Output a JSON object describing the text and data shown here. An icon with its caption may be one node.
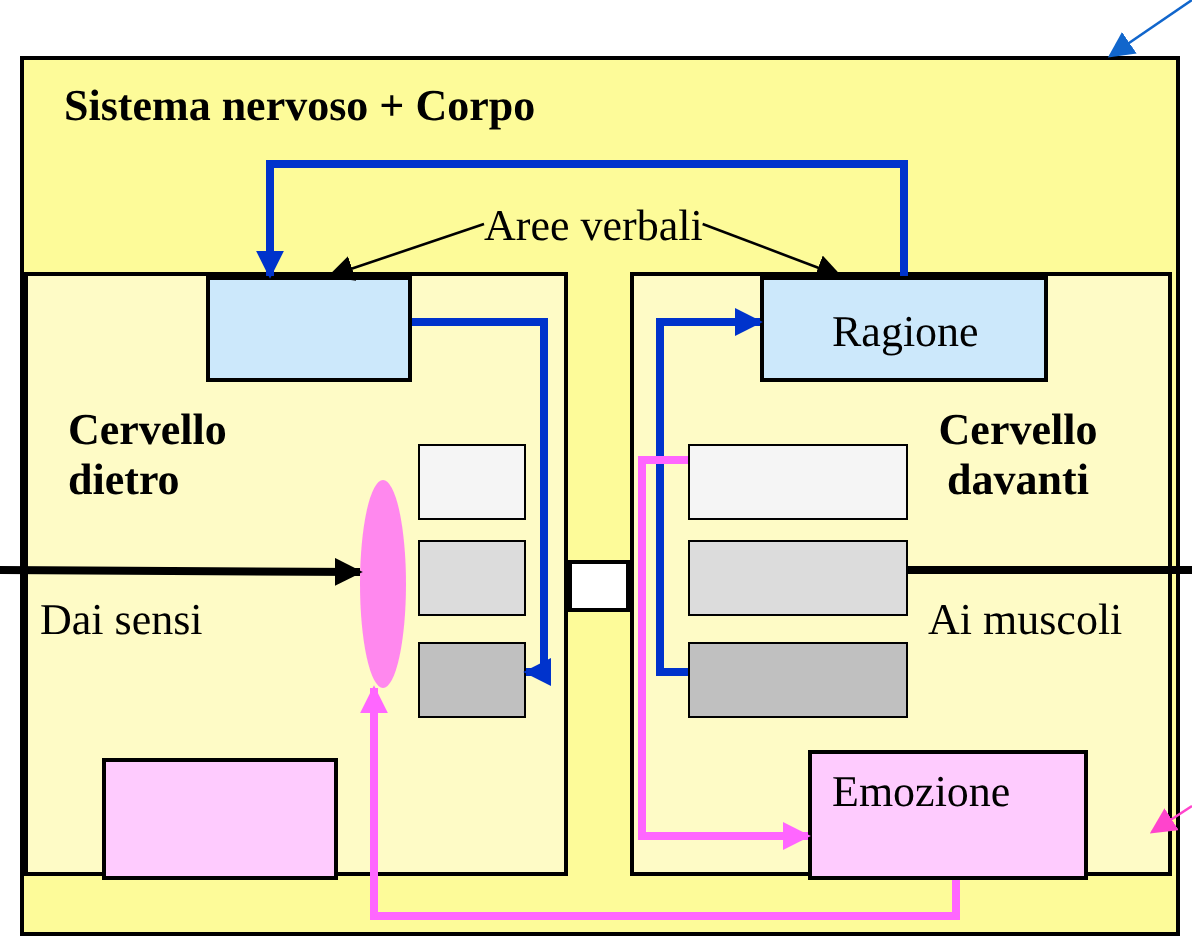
{
  "diagram": {
    "nodes": [
      {
        "text": [
          "Sistema nervoso + Corpo"
        ]
      },
      {
        "text": [
          "Cervello dietro"
        ],
        "in": 0
      },
      {
        "text": [
          "Cervello davanti"
        ],
        "in": 0
      },
      {
        "text": [],
        "shape": "box",
        "in": 1
      },
      {
        "text": [
          "Ragione"
        ],
        "in": 2
      },
      {
        "text": [
          "Aree verbali"
        ],
        "in": 0
      },
      {
        "text": [],
        "shape": "bar",
        "in": 1
      },
      {
        "text": [],
        "shape": "bar",
        "in": 1
      },
      {
        "text": [],
        "shape": "bar",
        "in": 1
      },
      {
        "text": [],
        "shape": "ellipse",
        "in": 1
      },
      {
        "text": [],
        "shape": "box",
        "in": 1
      },
      {
        "text": [],
        "shape": "bar",
        "in": 2
      },
      {
        "text": [],
        "shape": "bar",
        "in": 2
      },
      {
        "text": [],
        "shape": "bar",
        "in": 2
      },
      {
        "text": [
          "Emozione"
        ],
        "in": 2
      },
      {
        "text": [],
        "shape": "box",
        "in": 0
      }
    ],
    "edges": [
      {
        "from": 4,
        "to": 3,
        "arrow": "to",
        "color": "#0033cc"
      },
      {
        "from": 3,
        "to": 8,
        "arrow": "to",
        "color": "#0033cc"
      },
      {
        "from": 13,
        "to": 4,
        "arrow": "to",
        "color": "#0033cc"
      },
      {
        "from": 5,
        "to": 3,
        "arrow": "to"
      },
      {
        "from": 5,
        "to": 4,
        "arrow": "to"
      },
      {
        "from": 11,
        "to": 14,
        "arrow": "to",
        "color": "#ff66ff"
      },
      {
        "from": 14,
        "to": 9,
        "arrow": "to",
        "color": "#ff66ff"
      },
      {
        "from": null,
        "to": 9,
        "arrow": "to",
        "label": "Dai sensi"
      },
      {
        "from": 12,
        "to": null,
        "arrow": "none",
        "label": "Ai muscoli"
      },
      {
        "from": null,
        "to": 0,
        "arrow": "to",
        "color": "#1166cc"
      },
      {
        "from": null,
        "to": 2,
        "arrow": "to",
        "color": "#ff44cc"
      }
    ]
  }
}
